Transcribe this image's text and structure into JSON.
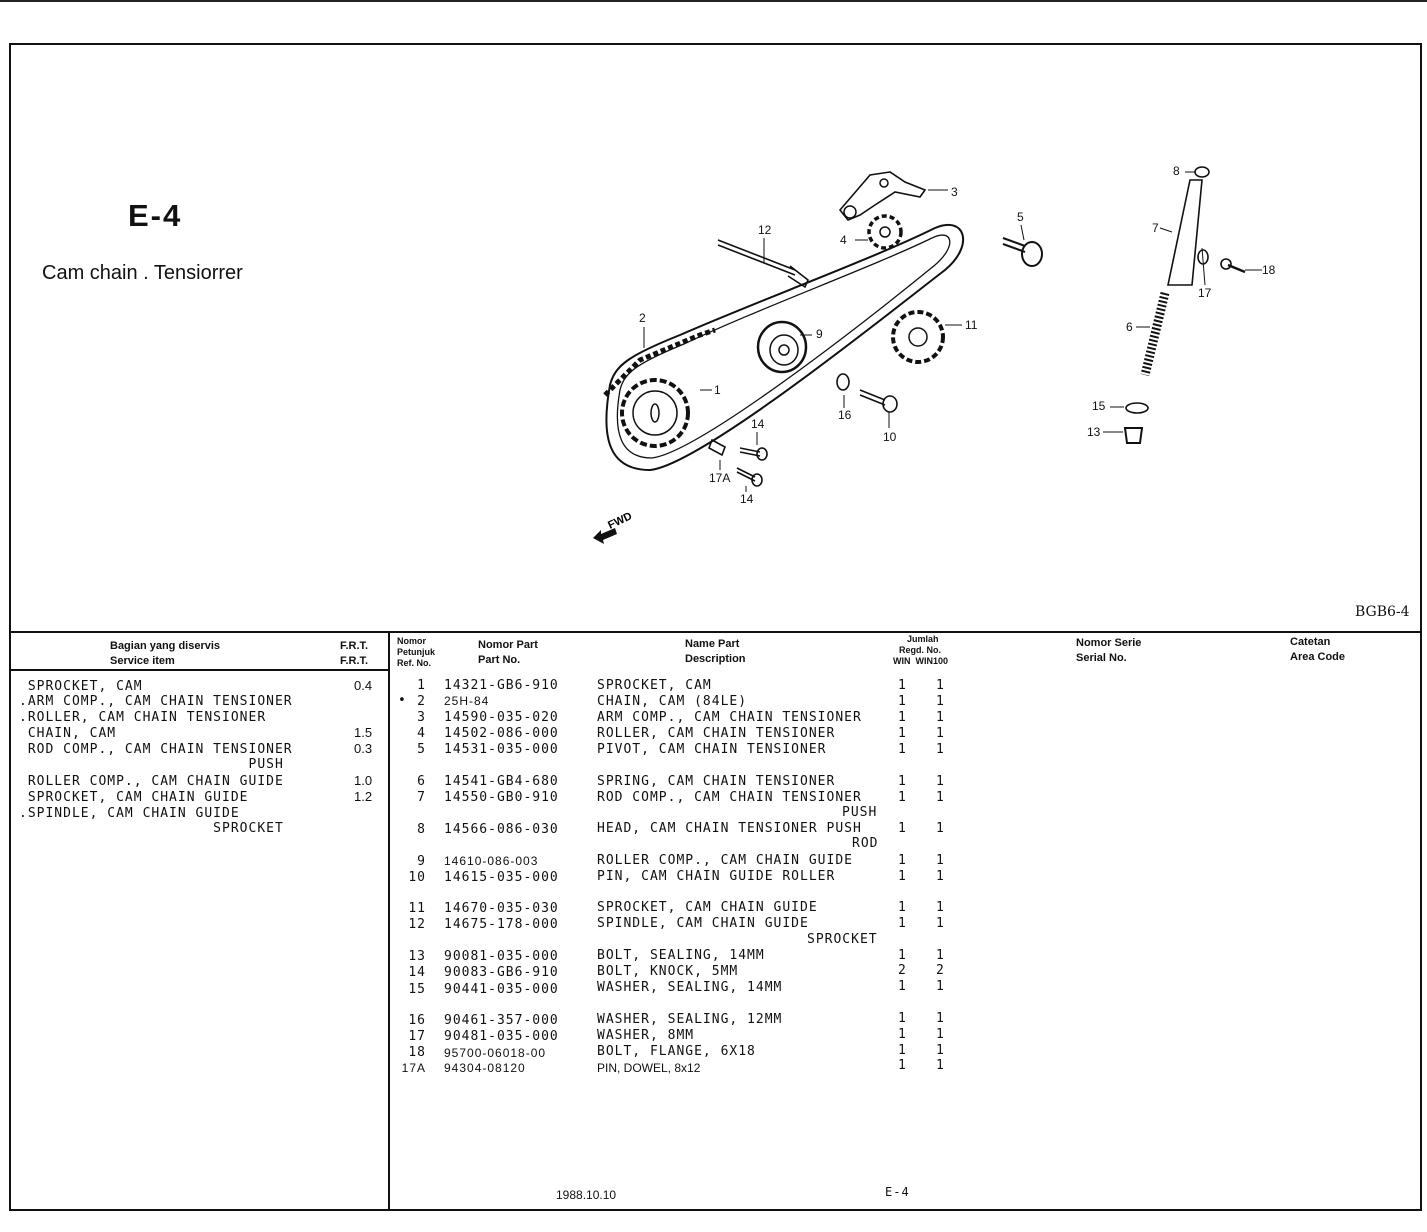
{
  "section": {
    "code": "E-4",
    "title": "Cam chain . Tensiorrer"
  },
  "drawing_code": "BGB6-4",
  "callouts": [
    "1",
    "2",
    "3",
    "4",
    "5",
    "6",
    "7",
    "8",
    "9",
    "10",
    "11",
    "12",
    "13",
    "14",
    "14",
    "15",
    "16",
    "17",
    "17A",
    "18"
  ],
  "fwd_label": "FWD",
  "headers": {
    "service_item_id": "Bagian yang diservis",
    "service_item_en": "Service item",
    "frt_id": "F.R.T.",
    "frt_en": "F.R.T.",
    "ref_1": "Nomor",
    "ref_2": "Petunjuk",
    "ref_3": "Ref. No.",
    "part_no_id": "Nomor Part",
    "part_no_en": "Part No.",
    "desc_id": "Name Part",
    "desc_en": "Description",
    "qty_id": "Jumlah",
    "qty_en": "Regd. No.",
    "qty_models": "WIN  WIN100",
    "serial_id": "Nomor Serie",
    "serial_en": "Serial No.",
    "area_id": "Catetan",
    "area_en": "Area Code"
  },
  "service_items": [
    {
      "text": " SPROCKET, CAM",
      "frt": "0.4"
    },
    {
      "text": ".ARM COMP., CAM CHAIN TENSIONER",
      "frt": ""
    },
    {
      "text": ".ROLLER, CAM CHAIN TENSIONER",
      "frt": ""
    },
    {
      "text": " CHAIN, CAM",
      "frt": "1.5"
    },
    {
      "text": " ROD COMP., CAM CHAIN TENSIONER",
      "frt": "0.3"
    },
    {
      "text": "                          PUSH",
      "frt": ""
    },
    {
      "text": " ROLLER COMP., CAM CHAIN GUIDE",
      "frt": "1.0"
    },
    {
      "text": " SPROCKET, CAM CHAIN GUIDE",
      "frt": "1.2"
    },
    {
      "text": ".SPINDLE, CAM CHAIN GUIDE",
      "frt": ""
    },
    {
      "text": "                      SPROCKET",
      "frt": ""
    }
  ],
  "parts": [
    {
      "ref": "1",
      "mark": "",
      "part_no": "14321-GB6-910",
      "desc": "SPROCKET, CAM",
      "q1": "1",
      "q2": "1"
    },
    {
      "ref": "2",
      "mark": "•",
      "part_no": "25H-84",
      "desc": "CHAIN, CAM (84LE)",
      "q1": "1",
      "q2": "1"
    },
    {
      "ref": "3",
      "mark": "",
      "part_no": "14590-035-020",
      "desc": "ARM COMP., CAM CHAIN TENSIONER",
      "q1": "1",
      "q2": "1"
    },
    {
      "ref": "4",
      "mark": "",
      "part_no": "14502-086-000",
      "desc": "ROLLER, CAM CHAIN TENSIONER",
      "q1": "1",
      "q2": "1"
    },
    {
      "ref": "5",
      "mark": "",
      "part_no": "14531-035-000",
      "desc": "PIVOT, CAM CHAIN TENSIONER",
      "q1": "1",
      "q2": "1"
    },
    {
      "ref": "6",
      "mark": "",
      "part_no": "14541-GB4-680",
      "desc": "SPRING, CAM CHAIN TENSIONER",
      "q1": "1",
      "q2": "1"
    },
    {
      "ref": "7",
      "mark": "",
      "part_no": "14550-GB0-910",
      "desc": "ROD COMP., CAM CHAIN TENSIONER",
      "desc2": "PUSH",
      "q1": "1",
      "q2": "1"
    },
    {
      "ref": "8",
      "mark": "",
      "part_no": "14566-086-030",
      "desc": "HEAD, CAM CHAIN TENSIONER PUSH",
      "desc2": "ROD",
      "q1": "1",
      "q2": "1"
    },
    {
      "ref": "9",
      "mark": "",
      "part_no": "14610-086-003",
      "desc": "ROLLER COMP., CAM CHAIN GUIDE",
      "q1": "1",
      "q2": "1"
    },
    {
      "ref": "10",
      "mark": "",
      "part_no": "14615-035-000",
      "desc": "PIN, CAM CHAIN GUIDE ROLLER",
      "q1": "1",
      "q2": "1"
    },
    {
      "ref": "11",
      "mark": "",
      "part_no": "14670-035-030",
      "desc": "SPROCKET, CAM CHAIN GUIDE",
      "q1": "1",
      "q2": "1"
    },
    {
      "ref": "12",
      "mark": "",
      "part_no": "14675-178-000",
      "desc": "SPINDLE, CAM CHAIN GUIDE",
      "desc2": "SPROCKET",
      "q1": "1",
      "q2": "1"
    },
    {
      "ref": "13",
      "mark": "",
      "part_no": "90081-035-000",
      "desc": "BOLT, SEALING, 14MM",
      "q1": "1",
      "q2": "1"
    },
    {
      "ref": "14",
      "mark": "",
      "part_no": "90083-GB6-910",
      "desc": "BOLT, KNOCK, 5MM",
      "q1": "2",
      "q2": "2"
    },
    {
      "ref": "15",
      "mark": "",
      "part_no": "90441-035-000",
      "desc": "WASHER, SEALING, 14MM",
      "q1": "1",
      "q2": "1"
    },
    {
      "ref": "16",
      "mark": "",
      "part_no": "90461-357-000",
      "desc": "WASHER, SEALING, 12MM",
      "q1": "1",
      "q2": "1"
    },
    {
      "ref": "17",
      "mark": "",
      "part_no": "90481-035-000",
      "desc": "WASHER, 8MM",
      "q1": "1",
      "q2": "1"
    },
    {
      "ref": "18",
      "mark": "",
      "part_no": "95700-06018-00",
      "desc": "BOLT, FLANGE, 6X18",
      "q1": "1",
      "q2": "1"
    },
    {
      "ref": "17A",
      "mark": "",
      "part_no": "94304-08120",
      "desc": "PIN, DOWEL, 8x12",
      "q1": "1",
      "q2": "1"
    }
  ],
  "footer": {
    "date": "1988.10.10",
    "page": "E-4"
  }
}
